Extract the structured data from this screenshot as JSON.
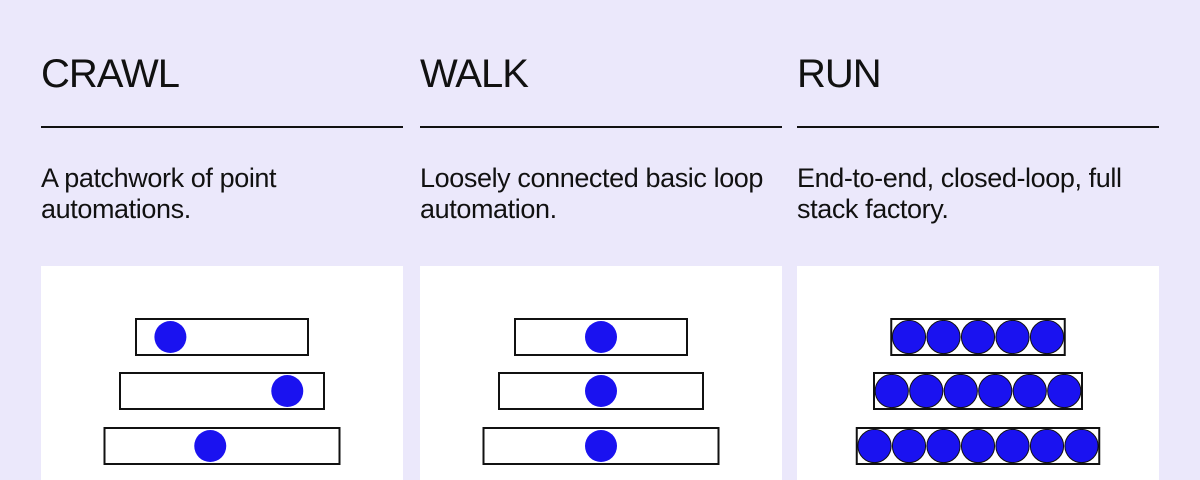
{
  "stages": [
    {
      "title": "CRAWL",
      "description": "A patchwork of point automations.",
      "diagram": {
        "rows": [
          {
            "dots": 1,
            "dot_position": 0.2
          },
          {
            "dots": 1,
            "dot_position": 0.82
          },
          {
            "dots": 1,
            "dot_position": 0.45
          }
        ]
      }
    },
    {
      "title": "WALK",
      "description": "Loosely connected basic loop automation.",
      "diagram": {
        "rows": [
          {
            "dots": 1,
            "dot_position": 0.5
          },
          {
            "dots": 1,
            "dot_position": 0.5
          },
          {
            "dots": 1,
            "dot_position": 0.5
          }
        ]
      }
    },
    {
      "title": "RUN",
      "description": "End-to-end, closed-loop, full stack factory.",
      "diagram": {
        "rows": [
          {
            "dots": 5,
            "dot_position": "filled"
          },
          {
            "dots": 6,
            "dot_position": "filled"
          },
          {
            "dots": 7,
            "dot_position": "filled"
          }
        ]
      }
    }
  ],
  "colors": {
    "background": "#ebe8fb",
    "panel": "#ffffff",
    "ink": "#111111",
    "dot": "#1a12f0"
  }
}
